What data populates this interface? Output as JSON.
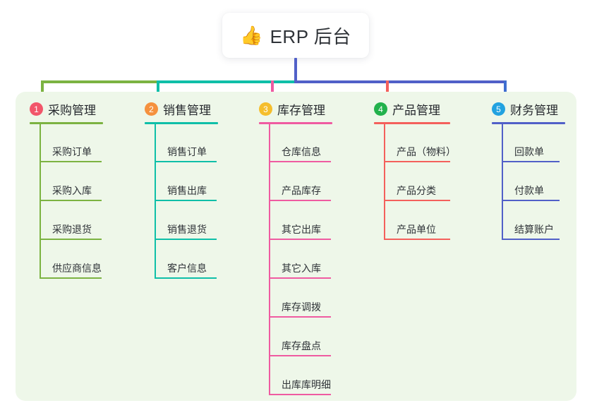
{
  "diagram": {
    "type": "mind-map",
    "root": {
      "icon": "thumbs-up-icon",
      "emoji": "👍",
      "title": "ERP 后台"
    },
    "panel_color": "#eef7e9",
    "trunk_color": "#5160c8",
    "connector_segments": [
      {
        "name": "segment-green",
        "color": "#7cb342"
      },
      {
        "name": "segment-teal",
        "color": "#0fbfa8"
      },
      {
        "name": "segment-indigo",
        "color": "#5160c8"
      }
    ],
    "columns": [
      {
        "index": "1",
        "title": "采购管理",
        "badge_color": "#f2566a",
        "line_color": "#7cb342",
        "stub_color": "#7cb342",
        "items": [
          "采购订单",
          "采购入库",
          "采购退货",
          "供应商信息"
        ]
      },
      {
        "index": "2",
        "title": "销售管理",
        "badge_color": "#f5913e",
        "line_color": "#0fbfa8",
        "stub_color": "#0fbfa8",
        "items": [
          "销售订单",
          "销售出库",
          "销售退货",
          "客户信息"
        ]
      },
      {
        "index": "3",
        "title": "库存管理",
        "badge_color": "#f5be2d",
        "line_color": "#ef5ba1",
        "stub_color": "#ef5ba1",
        "items": [
          "仓库信息",
          "产品库存",
          "其它出库",
          "其它入库",
          "库存调拨",
          "库存盘点",
          "出库库明细"
        ]
      },
      {
        "index": "4",
        "title": "产品管理",
        "badge_color": "#22b14c",
        "line_color": "#f4605c",
        "stub_color": "#f4605c",
        "items": [
          "产品（物料）",
          "产品分类",
          "产品单位"
        ]
      },
      {
        "index": "5",
        "title": "财务管理",
        "badge_color": "#22a2e0",
        "line_color": "#5160c8",
        "stub_color": "#3f6fd0",
        "items": [
          "回款单",
          "付款单",
          "结算账户"
        ]
      }
    ]
  }
}
